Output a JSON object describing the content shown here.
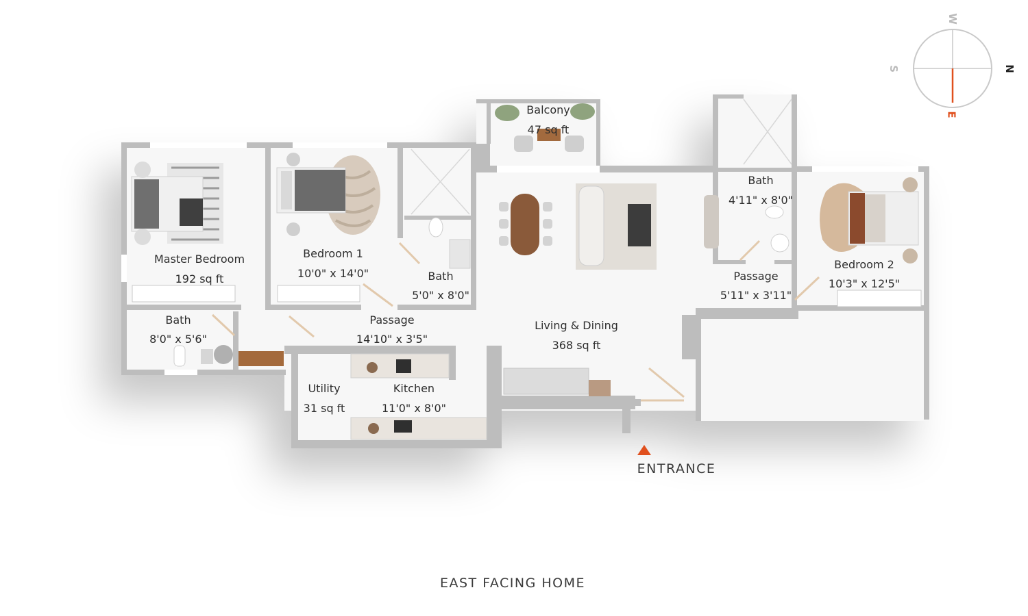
{
  "caption": "EAST FACING HOME",
  "entrance_label": "ENTRANCE",
  "compass": {
    "north": "N",
    "south": "S",
    "east": "E",
    "west": "W",
    "accent": "#e0501e"
  },
  "colors": {
    "wall": "#bdbdbd",
    "floor": "#f7f7f7",
    "accent": "#e0501e",
    "wood": "#8a5a3a",
    "rug": "#d9c9b6"
  },
  "rooms": {
    "master_bedroom": {
      "name": "Master Bedroom",
      "size": "192 sq ft"
    },
    "bedroom1": {
      "name": "Bedroom 1",
      "size": "10'0\" x 14'0\""
    },
    "bath_small": {
      "name": "Bath",
      "size": "5'0\" x 8'0\""
    },
    "balcony": {
      "name": "Balcony",
      "size": "47 sq ft"
    },
    "bath_right": {
      "name": "Bath",
      "size": "4'11\" x 8'0\""
    },
    "bedroom2": {
      "name": "Bedroom 2",
      "size": "10'3\" x 12'5\""
    },
    "passage_right": {
      "name": "Passage",
      "size": "5'11\" x 3'11\""
    },
    "bath_master": {
      "name": "Bath",
      "size": "8'0\" x 5'6\""
    },
    "passage_center": {
      "name": "Passage",
      "size": "14'10\" x 3'5\""
    },
    "living": {
      "name": "Living & Dining",
      "size": "368 sq ft"
    },
    "utility": {
      "name": "Utility",
      "size": "31 sq ft"
    },
    "kitchen": {
      "name": "Kitchen",
      "size": "11'0\" x 8'0\""
    }
  }
}
